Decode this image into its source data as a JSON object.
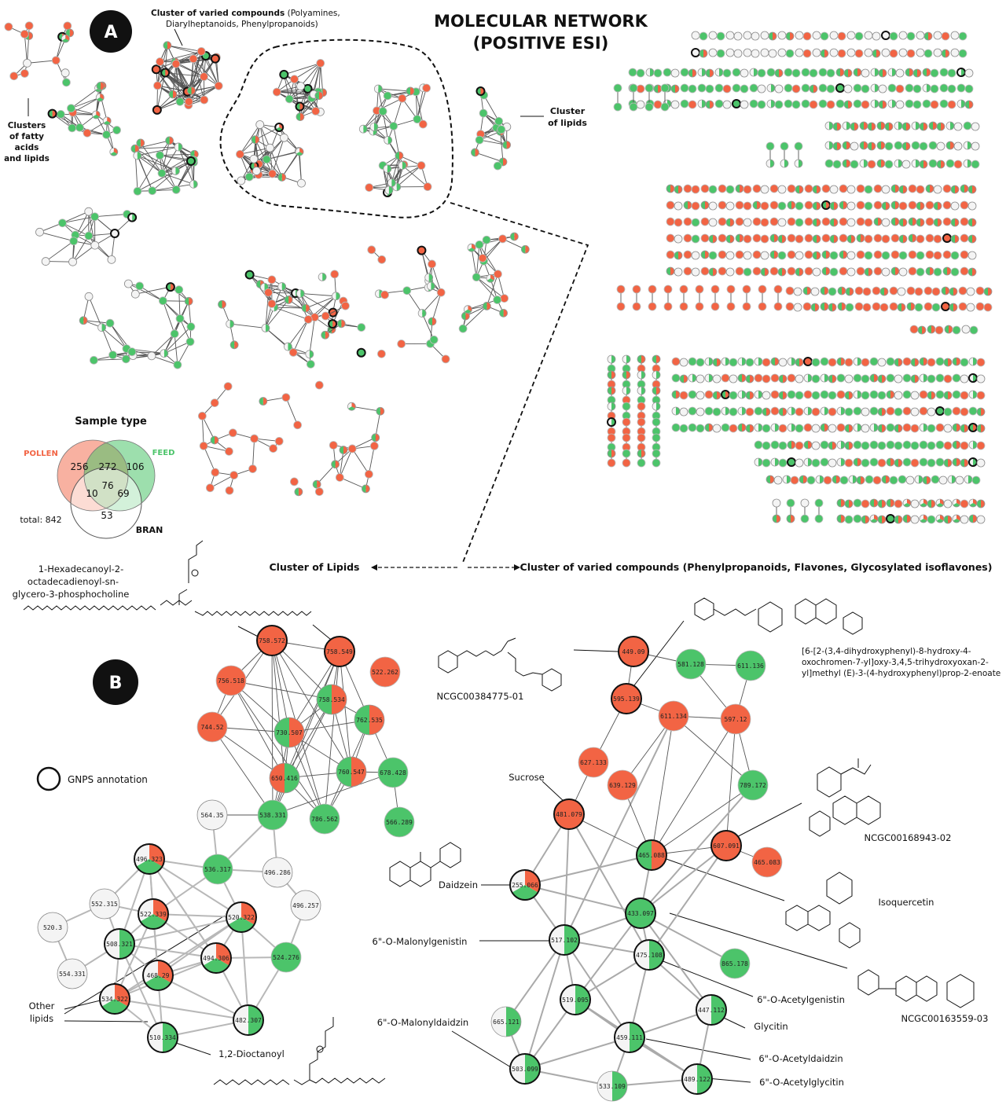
{
  "title_lines": [
    "MOLECULAR NETWORK",
    "(POSITIVE ESI)"
  ],
  "panel_a_label": "A",
  "panel_b_label": "B",
  "colors": {
    "pollen": "#f26444",
    "feed": "#4cc46a",
    "bran": "#f4f4f4",
    "edge": "#666666"
  },
  "annotations_a": {
    "varied_bold": "Cluster of varied compounds",
    "varied_rest": " (Polyamines,",
    "varied_line2": "Diarylheptanoids, Phenylpropanoids)",
    "fatty": [
      "Clusters",
      "of fatty",
      "acids",
      "and lipids"
    ],
    "lipids": [
      "Cluster",
      "of lipids"
    ]
  },
  "venn": {
    "title": "Sample type",
    "pollen_label": "POLLEN",
    "feed_label": "FEED",
    "bran_label": "BRAN",
    "total": "total: 842",
    "pollen_only": "256",
    "pollen_feed": "272",
    "feed_only": "106",
    "pollen_bran": "10",
    "all_three": "76",
    "feed_bran": "69",
    "bran_only": "53"
  },
  "mid_labels": {
    "left": "Cluster of Lipids",
    "right": "Cluster of varied compounds (Phenylpropanoids, Flavones, Glycosylated isoflavones)"
  },
  "legend": {
    "gnps": "GNPS annotation"
  },
  "compounds": {
    "hexadecanoyl": [
      "1-Hexadecanoyl-2-",
      "octadecadienoyl-sn-",
      "glycero-3-phosphocholine"
    ],
    "ncgc384775": "NCGC00384775-01",
    "big_name": [
      "[6-[2-(3,4-dihydroxyphenyl)-8-hydroxy-4-",
      "oxochromen-7-yl]oxy-3,4,5-trihydroxyoxan-2-",
      "yl]methyl (E)-3-(4-hydroxyphenyl)prop-2-enoate"
    ],
    "ncgc168943": "NCGC00168943-02",
    "ncgc163559": "NCGC00163559-03",
    "sucrose": "Sucrose",
    "daidzein": "Daidzein",
    "isoquercetin": "Isoquercetin",
    "malonylgenistin": "6\"-O-Malonylgenistin",
    "malonyldaidzin": "6\"-O-Malonyldaidzin",
    "acetylgenistin": "6\"-O-Acetylgenistin",
    "glycitin": "Glycitin",
    "acetyldaidzin": "6\"-O-Acetyldaidzin",
    "acetylglycitin": "6\"-O-Acetylglycitin",
    "dioctanoyl": "1,2-Dioctanoyl",
    "other_lipids": [
      "Other",
      "lipids"
    ]
  },
  "lipid_nodes": [
    {
      "label": "758.572",
      "kind": "P",
      "gnps": true
    },
    {
      "label": "758.549",
      "kind": "P",
      "gnps": true
    },
    {
      "label": "522.262",
      "kind": "P",
      "gnps": false
    },
    {
      "label": "756.518",
      "kind": "P",
      "gnps": false
    },
    {
      "label": "758.534",
      "kind": "PF",
      "gnps": false
    },
    {
      "label": "762.535",
      "kind": "PF",
      "gnps": false
    },
    {
      "label": "744.52",
      "kind": "P",
      "gnps": false
    },
    {
      "label": "730.507",
      "kind": "PF",
      "gnps": false
    },
    {
      "label": "650.416",
      "kind": "FP",
      "gnps": false
    },
    {
      "label": "760.547",
      "kind": "PF",
      "gnps": false
    },
    {
      "label": "678.428",
      "kind": "F",
      "gnps": false
    },
    {
      "label": "564.35",
      "kind": "B",
      "gnps": false
    },
    {
      "label": "538.331",
      "kind": "F",
      "gnps": false
    },
    {
      "label": "786.562",
      "kind": "F",
      "gnps": false
    },
    {
      "label": "566.289",
      "kind": "F",
      "gnps": false
    },
    {
      "label": "496.323",
      "kind": "PFB",
      "gnps": true
    },
    {
      "label": "536.317",
      "kind": "F",
      "gnps": false
    },
    {
      "label": "496.286",
      "kind": "B",
      "gnps": false
    },
    {
      "label": "552.315",
      "kind": "B",
      "gnps": false
    },
    {
      "label": "496.257",
      "kind": "B",
      "gnps": false
    },
    {
      "label": "522.339",
      "kind": "PFB",
      "gnps": true
    },
    {
      "label": "520.322",
      "kind": "PFB",
      "gnps": true
    },
    {
      "label": "520.3",
      "kind": "B",
      "gnps": false
    },
    {
      "label": "508.321",
      "kind": "FB",
      "gnps": true
    },
    {
      "label": "494.306",
      "kind": "PFB",
      "gnps": true
    },
    {
      "label": "524.276",
      "kind": "F",
      "gnps": false
    },
    {
      "label": "554.331",
      "kind": "B",
      "gnps": false
    },
    {
      "label": "468.29",
      "kind": "PFB",
      "gnps": true
    },
    {
      "label": "534.322",
      "kind": "PFB",
      "gnps": true
    },
    {
      "label": "482.307",
      "kind": "FB",
      "gnps": true
    },
    {
      "label": "510.334",
      "kind": "FB",
      "gnps": true
    }
  ],
  "varied_nodes": [
    {
      "label": "449.09",
      "kind": "P",
      "gnps": true
    },
    {
      "label": "581.128",
      "kind": "F",
      "gnps": false
    },
    {
      "label": "611.136",
      "kind": "F",
      "gnps": false
    },
    {
      "label": "595.139",
      "kind": "P",
      "gnps": true
    },
    {
      "label": "611.134",
      "kind": "P",
      "gnps": false
    },
    {
      "label": "597.12",
      "kind": "P",
      "gnps": false
    },
    {
      "label": "627.133",
      "kind": "P",
      "gnps": false
    },
    {
      "label": "639.129",
      "kind": "P",
      "gnps": false
    },
    {
      "label": "789.172",
      "kind": "F",
      "gnps": false
    },
    {
      "label": "481.079",
      "kind": "P",
      "gnps": true
    },
    {
      "label": "465.088",
      "kind": "PF",
      "gnps": true
    },
    {
      "label": "607.091",
      "kind": "P",
      "gnps": true
    },
    {
      "label": "465.083",
      "kind": "P",
      "gnps": false
    },
    {
      "label": "255.066",
      "kind": "PFB",
      "gnps": true
    },
    {
      "label": "433.097",
      "kind": "F",
      "gnps": true
    },
    {
      "label": "517.102",
      "kind": "FB",
      "gnps": true
    },
    {
      "label": "475.108",
      "kind": "FB",
      "gnps": true
    },
    {
      "label": "865.178",
      "kind": "F",
      "gnps": false
    },
    {
      "label": "519.095",
      "kind": "FB",
      "gnps": true
    },
    {
      "label": "447.112",
      "kind": "FB",
      "gnps": true
    },
    {
      "label": "665.121",
      "kind": "FB",
      "gnps": false
    },
    {
      "label": "459.111",
      "kind": "FB",
      "gnps": true
    },
    {
      "label": "503.099",
      "kind": "FB",
      "gnps": true
    },
    {
      "label": "533.109",
      "kind": "FB",
      "gnps": false
    },
    {
      "label": "489.122",
      "kind": "FB",
      "gnps": true
    }
  ]
}
